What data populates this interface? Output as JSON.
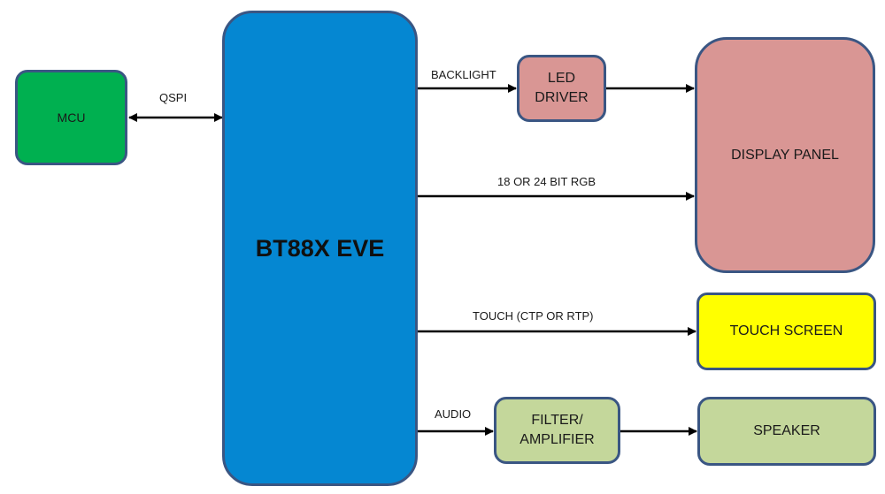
{
  "blocks": {
    "mcu": "MCU",
    "eve": "BT88X EVE",
    "led_driver": "LED\nDRIVER",
    "display_panel": "DISPLAY PANEL",
    "touch_screen": "TOUCH SCREEN",
    "filter_amplifier": "FILTER/\nAMPLIFIER",
    "speaker": "SPEAKER"
  },
  "connections": {
    "qspi": "QSPI",
    "backlight": "BACKLIGHT",
    "rgb": "18 OR 24 BIT RGB",
    "touch": "TOUCH (CTP OR RTP)",
    "audio": "AUDIO"
  },
  "colors": {
    "mcu": "#00b050",
    "eve": "#0587d2",
    "led_driver": "#d99694",
    "display_panel": "#d99694",
    "touch_screen": "#ffff00",
    "filter_amplifier": "#c4d79b",
    "speaker": "#c4d79b",
    "border": "#3a5683",
    "wire": "#000000"
  }
}
